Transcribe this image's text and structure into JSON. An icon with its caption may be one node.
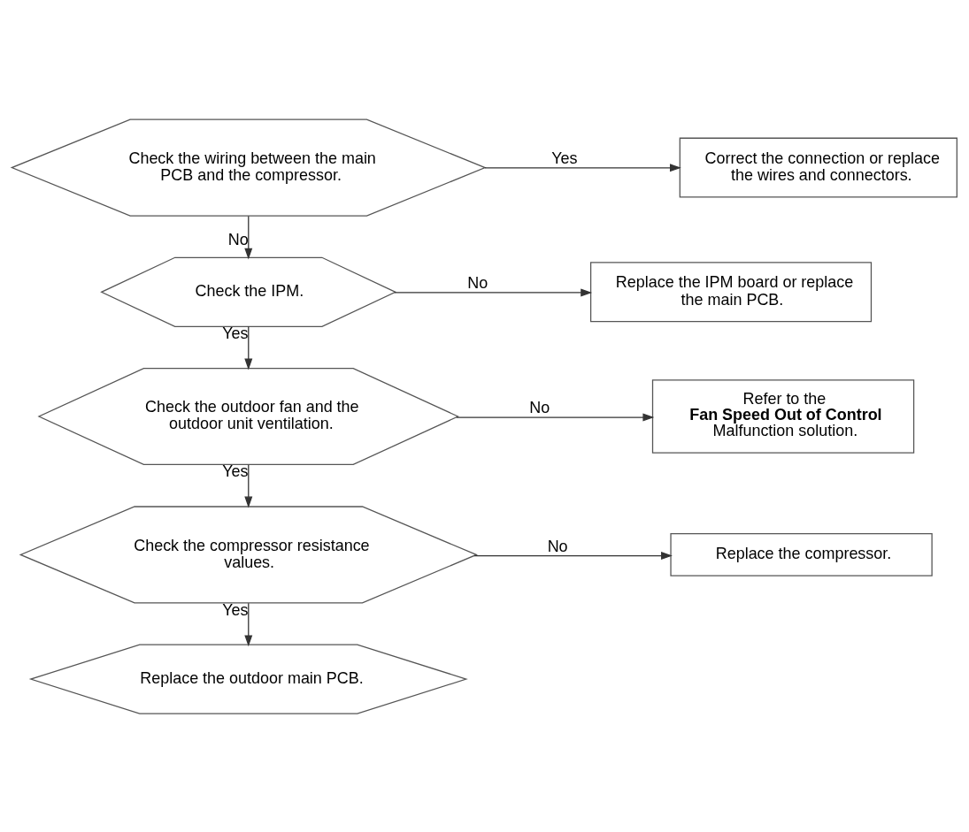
{
  "diagram": {
    "nodes": [
      {
        "text": [
          "Check the wiring between the main PCB and the compressor."
        ]
      },
      {
        "text": [
          "Correct the connection or replace the wires and connectors."
        ]
      },
      {
        "text": [
          "Check the IPM."
        ]
      },
      {
        "text": [
          "Replace the IPM board or replace the main PCB."
        ]
      },
      {
        "text": [
          "Check the outdoor fan and the outdoor unit ventilation."
        ]
      },
      {
        "text": [
          "Refer to the **Fan Speed Out of Control** Malfunction solution."
        ]
      },
      {
        "text": [
          "Check the compressor resistance values."
        ]
      },
      {
        "text": [
          "Replace the compressor."
        ]
      },
      {
        "text": [
          "Replace the outdoor main PCB."
        ]
      }
    ],
    "edges": [
      {
        "from": 0,
        "to": 1,
        "arrow": "to",
        "label": "Yes"
      },
      {
        "from": 0,
        "to": 2,
        "arrow": "to",
        "label": "No"
      },
      {
        "from": 2,
        "to": 3,
        "arrow": "to",
        "label": "No"
      },
      {
        "from": 2,
        "to": 4,
        "arrow": "to",
        "label": "Yes"
      },
      {
        "from": 4,
        "to": 5,
        "arrow": "to",
        "label": "No"
      },
      {
        "from": 4,
        "to": 6,
        "arrow": "to",
        "label": "Yes"
      },
      {
        "from": 6,
        "to": 7,
        "arrow": "to",
        "label": "No"
      },
      {
        "from": 6,
        "to": 8,
        "arrow": "to",
        "label": "Yes"
      }
    ]
  }
}
